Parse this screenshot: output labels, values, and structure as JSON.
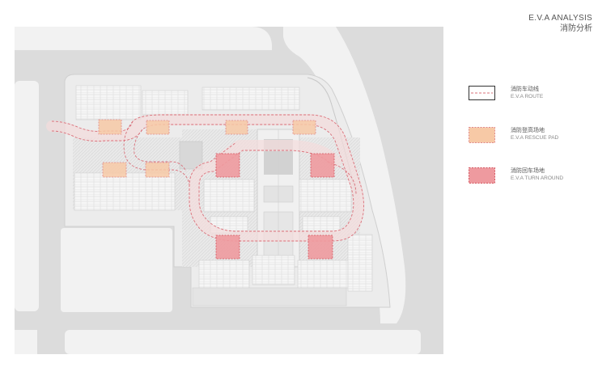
{
  "title": {
    "en": "E.V.A ANALYSIS",
    "cn": "消防分析"
  },
  "colors": {
    "route": "#d9707a",
    "rescue_pad_fill": "#f7c9a6",
    "rescue_pad_stroke": "#e08a8a",
    "turn_around_fill": "#ee9a9f",
    "turn_around_stroke": "#d4555f"
  },
  "legend": [
    {
      "cn": "消防车动线",
      "en": "E.V.A ROUTE",
      "kind": "route"
    },
    {
      "cn": "消防登高场地",
      "en": "E.V.A RESCUE PAD",
      "kind": "rescue_pad"
    },
    {
      "cn": "消防回车场地",
      "en": "E.V.A TURN AROUND",
      "kind": "turn_around"
    }
  ]
}
